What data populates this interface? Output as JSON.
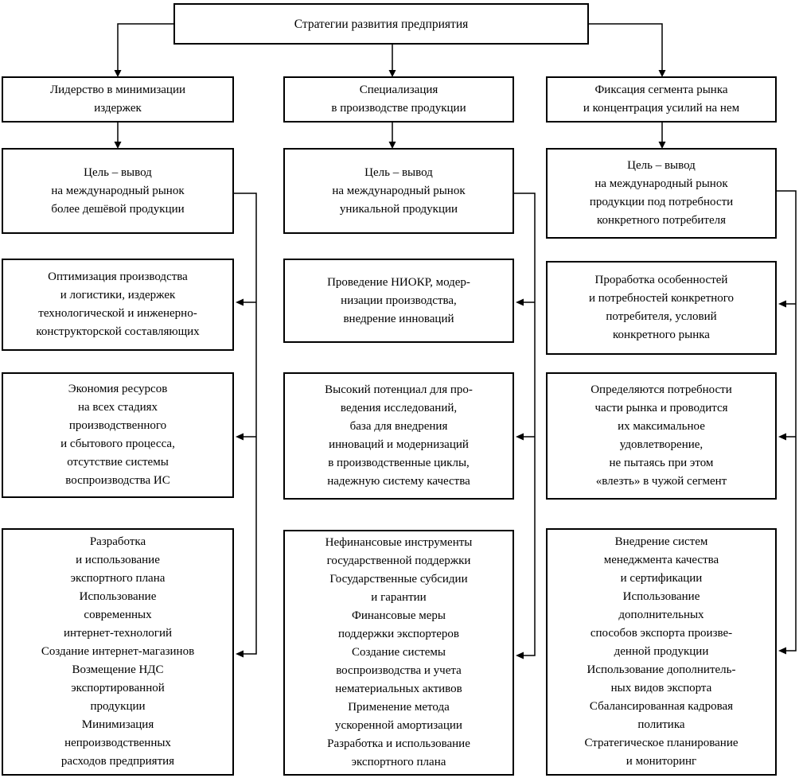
{
  "diagram": {
    "title": "Стратегии развития предприятия",
    "colors": {
      "line": "#000000",
      "box_border": "#000000",
      "background": "#ffffff"
    },
    "columns": [
      {
        "name": "Лидерство в минимизации издержек",
        "boxes": [
          "Лидерство в минимизации\nиздержек",
          "Цель – вывод\nна международный рынок\nболее дешёвой продукции",
          "Оптимизация производства\nи логистики, издержек\nтехнологической и инженерно-\nконструкторской составляющих",
          "Экономия ресурсов\nна всех стадиях\nпроизводственного\nи сбытового процесса,\nотсутствие системы\nвоспроизводства ИС",
          "Разработка\nи использование\nэкспортного плана\nИспользование\nсовременных\nинтернет-технологий\nСоздание интернет-магазинов\nВозмещение НДС\nэкспортированной\nпродукции\nМинимизация\nнепроизводственных\nрасходов предприятия"
        ]
      },
      {
        "name": "Специализация в производстве продукции",
        "boxes": [
          "Специализация\nв производстве продукции",
          "Цель – вывод\nна международный рынок\nуникальной продукции",
          "Проведение НИОКР, модер-\nнизации производства,\nвнедрение инноваций",
          "Высокий потенциал для про-\nведения исследований,\nбаза для внедрения\nинноваций и модернизаций\nв производственные циклы,\nнадежную систему качества",
          "Нефинансовые инструменты\nгосударственной поддержки\nГосударственные субсидии\nи гарантии\nФинансовые меры\nподдержки экспортеров\nСоздание системы\nвоспроизводства и учета\nнематериальных активов\nПрименение метода\nускоренной амортизации\nРазработка и использование\nэкспортного плана"
        ]
      },
      {
        "name": "Фиксация сегмента рынка и концентрация усилий на нем",
        "boxes": [
          "Фиксация сегмента рынка\nи концентрация усилий на нем",
          "Цель – вывод\nна международный рынок\nпродукции под потребности\nконкретного потребителя",
          "Проработка особенностей\nи потребностей конкретного\nпотребителя, условий\nконкретного рынка",
          "Определяются потребности\nчасти рынка и проводится\nих максимальное\nудовлетворение,\nне пытаясь при этом\n«влезть» в чужой сегмент",
          "Внедрение систем\nменеджмента качества\nи сертификации\nИспользование\nдополнительных\nспособов экспорта произве-\nденной продукции\nИспользование дополнитель-\nных видов экспорта\nСбалансированная кадровая\nполитика\nСтратегическое планирование\nи мониторинг"
        ]
      }
    ]
  }
}
